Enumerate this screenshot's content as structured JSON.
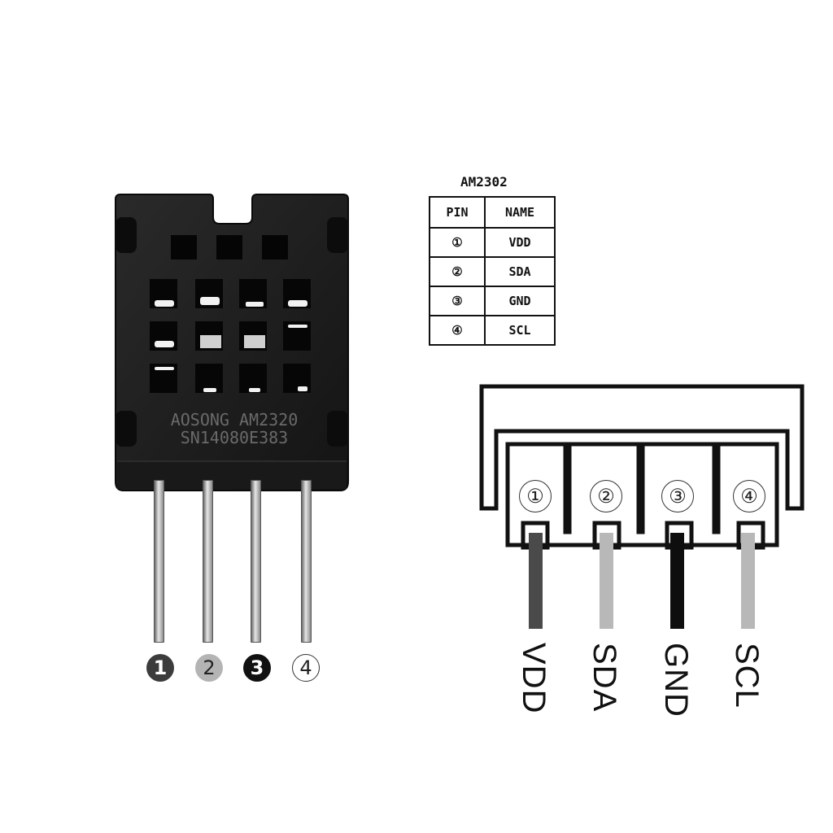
{
  "sensor": {
    "model_marking_line1": "AOSONG AM2320",
    "model_marking_line2": "SN14080E383",
    "body_color": "#1c1c1c",
    "pin_count": 4
  },
  "pin_numbers": [
    {
      "label": "1",
      "style": "filled-dark-gray",
      "fill": "#3c3c3c",
      "text_color": "#ffffff"
    },
    {
      "label": "2",
      "style": "filled-light-gray",
      "fill": "#b4b4b4",
      "text_color": "#222222"
    },
    {
      "label": "3",
      "style": "filled-black",
      "fill": "#111111",
      "text_color": "#ffffff"
    },
    {
      "label": "4",
      "style": "outlined",
      "fill": "#ffffff",
      "text_color": "#222222"
    }
  ],
  "pin_table": {
    "title": "AM2302",
    "headers": [
      "PIN",
      "NAME"
    ],
    "rows": [
      {
        "pin": "①",
        "name": "VDD"
      },
      {
        "pin": "②",
        "name": "SDA"
      },
      {
        "pin": "③",
        "name": "GND"
      },
      {
        "pin": "④",
        "name": "SCL"
      }
    ]
  },
  "connector_diagram": {
    "pins": [
      {
        "number": "①",
        "name": "VDD",
        "wire_color": "#4a4a4a"
      },
      {
        "number": "②",
        "name": "SDA",
        "wire_color": "#b8b8b8"
      },
      {
        "number": "③",
        "name": "GND",
        "wire_color": "#0e0e0e"
      },
      {
        "number": "④",
        "name": "SCL",
        "wire_color": "#b8b8b8"
      }
    ]
  }
}
